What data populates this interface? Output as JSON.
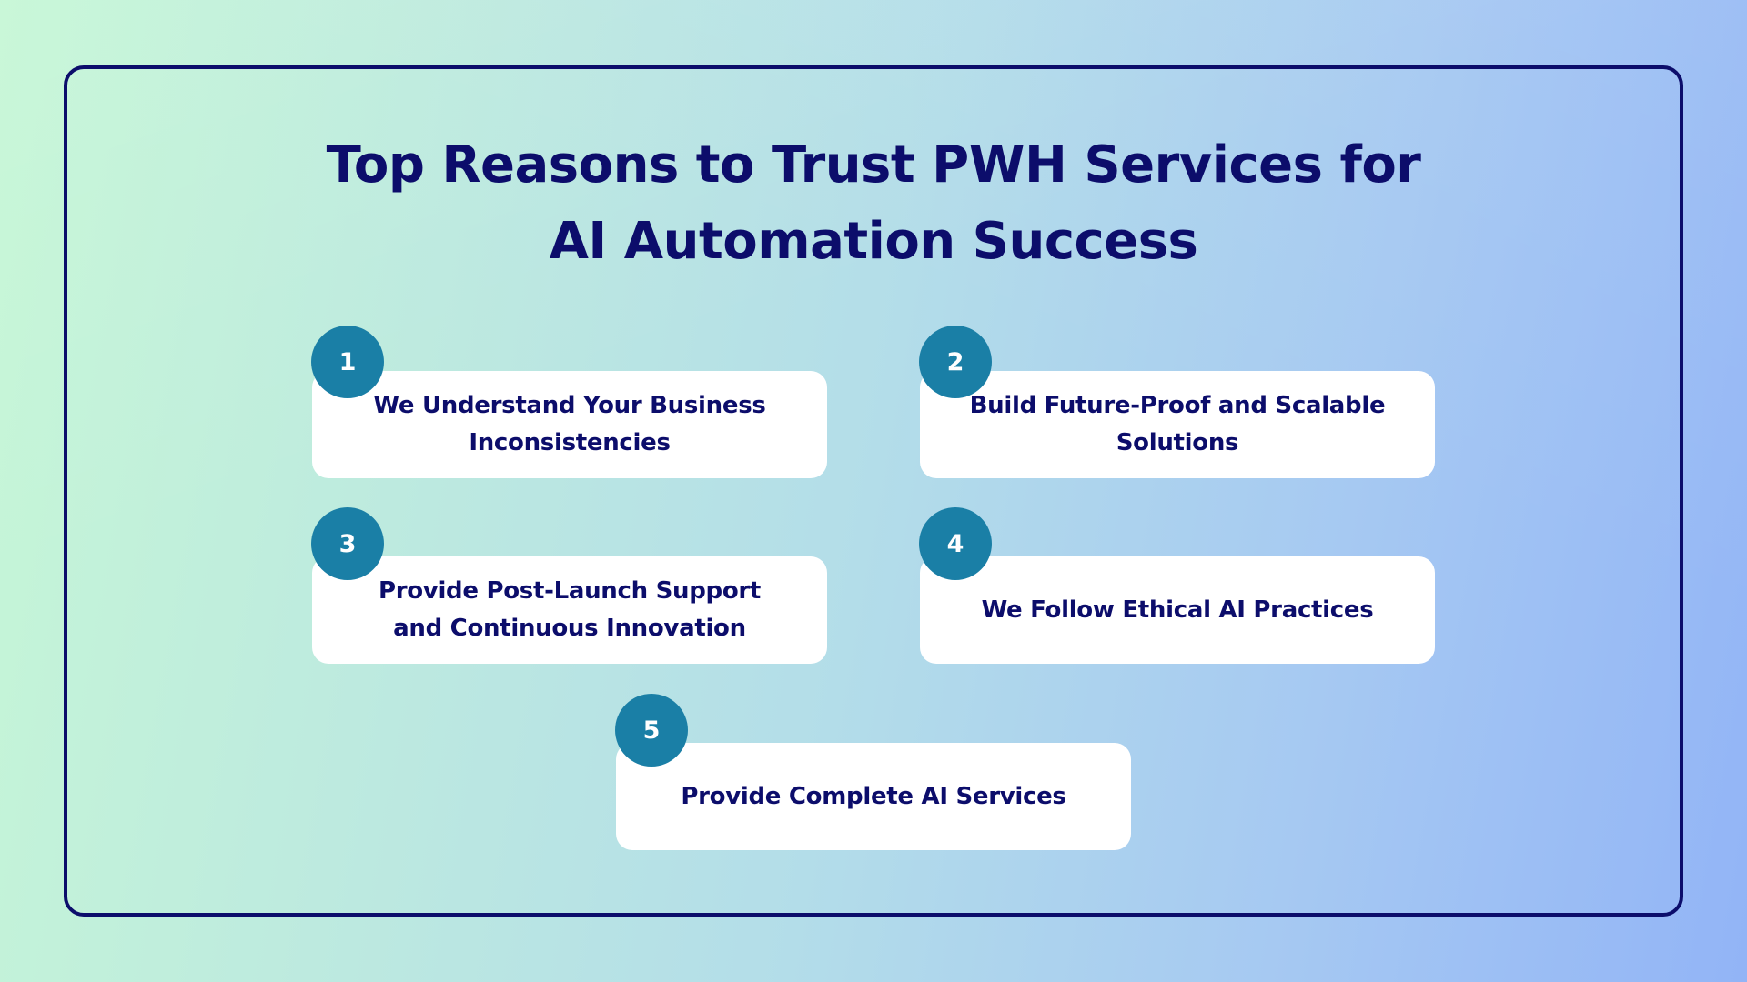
{
  "title": {
    "line1": "Top Reasons to Trust PWH Services for",
    "line2": "AI Automation Success"
  },
  "colors": {
    "navy": "#0c0d6b",
    "badge": "#1a7fa6",
    "card": "#ffffff"
  },
  "reasons": [
    {
      "number": "1",
      "line1": "We Understand Your Business",
      "line2": "Inconsistencies"
    },
    {
      "number": "2",
      "line1": "Build Future-Proof and Scalable",
      "line2": "Solutions"
    },
    {
      "number": "3",
      "line1": "Provide Post-Launch Support",
      "line2": "and Continuous Innovation"
    },
    {
      "number": "4",
      "line1": "We Follow Ethical AI Practices",
      "line2": ""
    },
    {
      "number": "5",
      "line1": "Provide Complete AI Services",
      "line2": ""
    }
  ]
}
